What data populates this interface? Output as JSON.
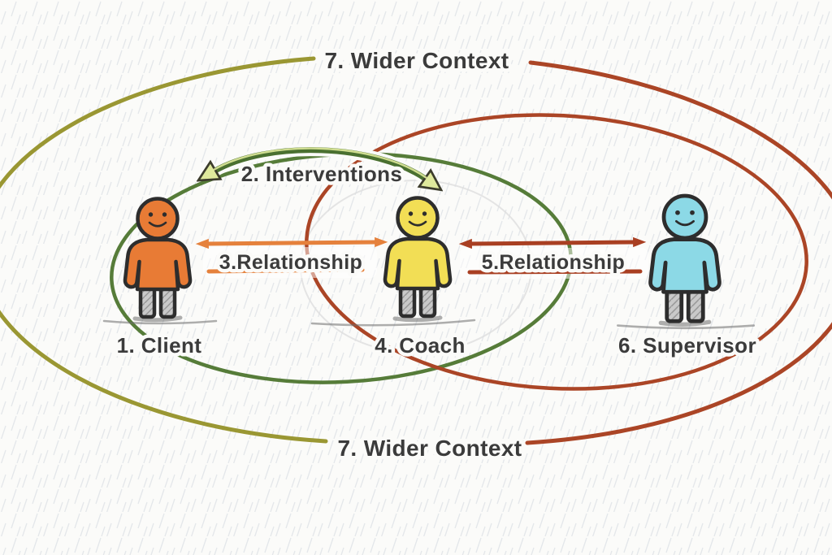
{
  "labels": {
    "wider_context_top": "7. Wider Context",
    "wider_context_bottom": "7. Wider Context",
    "interventions": "2. Interventions",
    "relationship_client_coach": "3.Relationship",
    "relationship_coach_supervisor": "5.Relationship",
    "client": "1. Client",
    "coach": "4. Coach",
    "supervisor": "6. Supervisor"
  },
  "colors": {
    "background": "#fbfbf9",
    "hatch": "#e2e5e9",
    "text": "#3b3b3b",
    "outline": "#2d2d2d",
    "client_fill": "#e87b35",
    "coach_fill": "#f2de55",
    "supervisor_fill": "#8cd9e6",
    "legs_fill": "#c9c9c9",
    "green_ellipse": "#567c39",
    "olive_ellipse": "#9a9733",
    "red_ellipse": "#ab4526",
    "orange_arrow": "#e5813c",
    "red_arrow": "#a93f22",
    "intervention_arrow_dark": "#4a7030",
    "intervention_arrow_light": "#dfe99c"
  }
}
